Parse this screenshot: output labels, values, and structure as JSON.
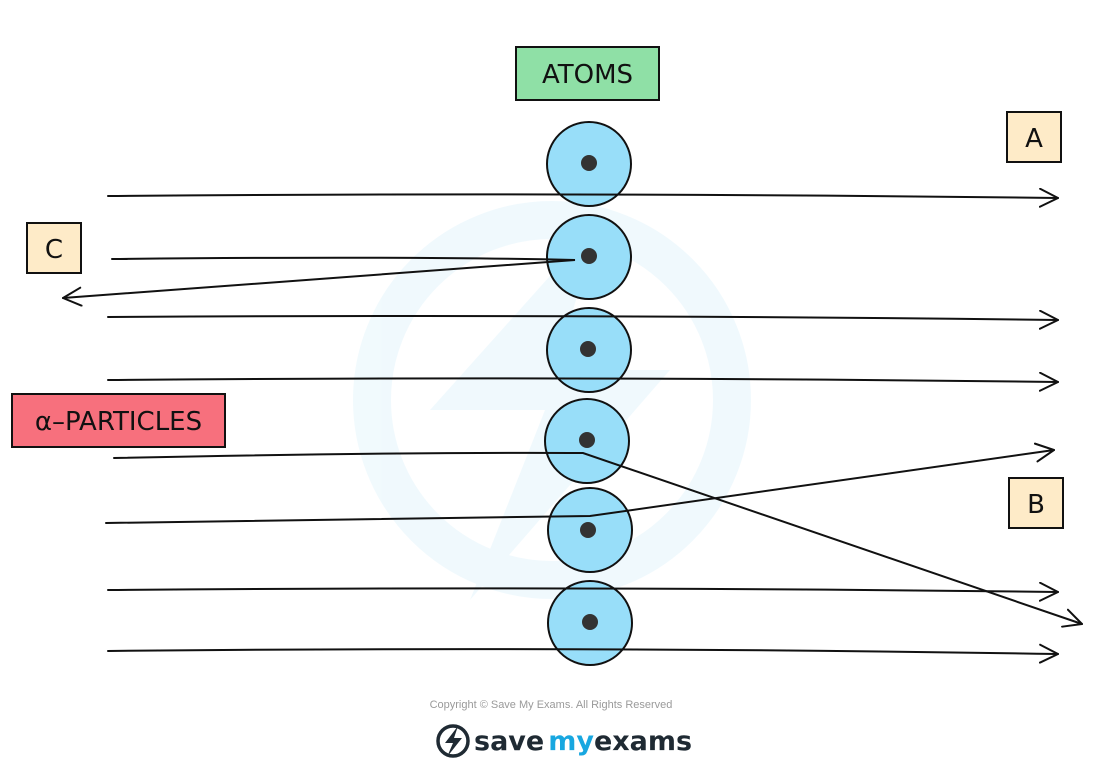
{
  "diagram": {
    "labels": {
      "atoms": "ATOMS",
      "alpha_particles": "α–PARTICLES",
      "a": "A",
      "b": "B",
      "c": "C"
    },
    "colors": {
      "atom_fill": "#98def9",
      "nucleus": "#333333",
      "atoms_label_bg": "#8fe0a6",
      "alpha_label_bg": "#f7707d",
      "path_label_bg": "#feebc8",
      "ink": "#111111"
    },
    "atom_count": 6
  },
  "footer": {
    "copyright": "Copyright © Save My Exams. All Rights Reserved",
    "brand_save": "save",
    "brand_my": "my",
    "brand_exams": "exams",
    "logo_icon": "lightning-bolt-icon"
  }
}
